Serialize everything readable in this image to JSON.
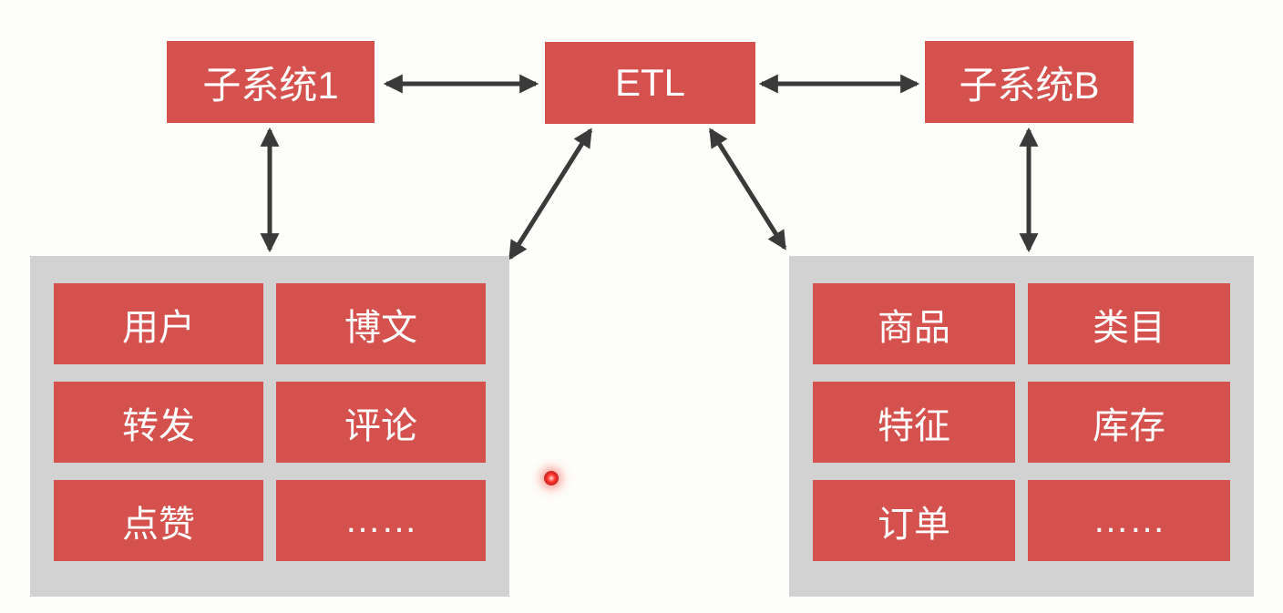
{
  "colors": {
    "canvas_bg": "#fdfdf9",
    "node_red": "#d5514d",
    "group_gray": "#d2d2d2",
    "arrow": "#3a3a3a"
  },
  "nodes": {
    "subsystem1": {
      "label": "子系统1"
    },
    "etl": {
      "label": "ETL"
    },
    "subsystemB": {
      "label": "子系统B"
    }
  },
  "left_group": {
    "items": [
      {
        "label": "用户"
      },
      {
        "label": "博文"
      },
      {
        "label": "转发"
      },
      {
        "label": "评论"
      },
      {
        "label": "点赞"
      },
      {
        "label": "……"
      }
    ]
  },
  "right_group": {
    "items": [
      {
        "label": "商品"
      },
      {
        "label": "类目"
      },
      {
        "label": "特征"
      },
      {
        "label": "库存"
      },
      {
        "label": "订单"
      },
      {
        "label": "……"
      }
    ]
  }
}
